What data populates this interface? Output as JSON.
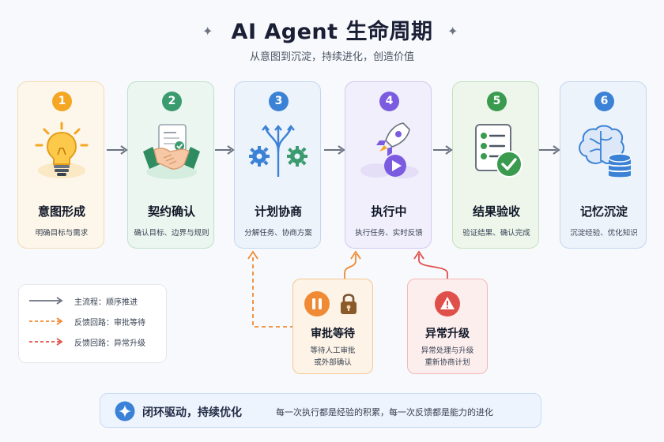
{
  "header": {
    "title": "AI Agent 生命周期",
    "subtitle": "从意图到沉淀，持续进化，创造价值"
  },
  "stages": [
    {
      "number": "1",
      "title": "意图形成",
      "desc": "明确目标与需求",
      "icon": "lightbulb-icon",
      "accent": "#f5a623",
      "bg": "#fdf6ea",
      "border": "#f3ddb5"
    },
    {
      "number": "2",
      "title": "契约确认",
      "desc": "确认目标、边界与规则",
      "icon": "handshake-icon",
      "accent": "#3a9b6f",
      "bg": "#ecf6f0",
      "border": "#bfe0cc"
    },
    {
      "number": "3",
      "title": "计划协商",
      "desc": "分解任务、协商方案",
      "icon": "gears-plan-icon",
      "accent": "#3b82d6",
      "bg": "#edf3fb",
      "border": "#c4d7f0"
    },
    {
      "number": "4",
      "title": "执行中",
      "desc": "执行任务、实时反馈",
      "icon": "rocket-play-icon",
      "accent": "#7b5ce0",
      "bg": "#f2effc",
      "border": "#d3c9f2"
    },
    {
      "number": "5",
      "title": "结果验收",
      "desc": "验证结果、确认完成",
      "icon": "checklist-icon",
      "accent": "#3a9b4f",
      "bg": "#eef6ec",
      "border": "#c3e0bd"
    },
    {
      "number": "6",
      "title": "记忆沉淀",
      "desc": "沉淀经验、优化知识",
      "icon": "brain-database-icon",
      "accent": "#3b82d6",
      "bg": "#edf3fb",
      "border": "#c4d7f0"
    }
  ],
  "legend": {
    "main": "主流程：顺序推进",
    "approval": "反馈回路：审批等待",
    "escalation": "反馈回路：异常升级"
  },
  "branches": {
    "approval": {
      "title": "审批等待",
      "desc_line1": "等待人工审批",
      "desc_line2": "或外部确认"
    },
    "escalation": {
      "title": "异常升级",
      "desc_line1": "异常处理与升级",
      "desc_line2": "重新协商计划"
    }
  },
  "footer": {
    "title": "闭环驱动，持续优化",
    "text": "每一次执行都是经验的积累，每一次反馈都是能力的进化"
  },
  "colors": {
    "main_arrow": "#6b7280",
    "approval": "#f08a34",
    "escalation": "#e0504a"
  }
}
